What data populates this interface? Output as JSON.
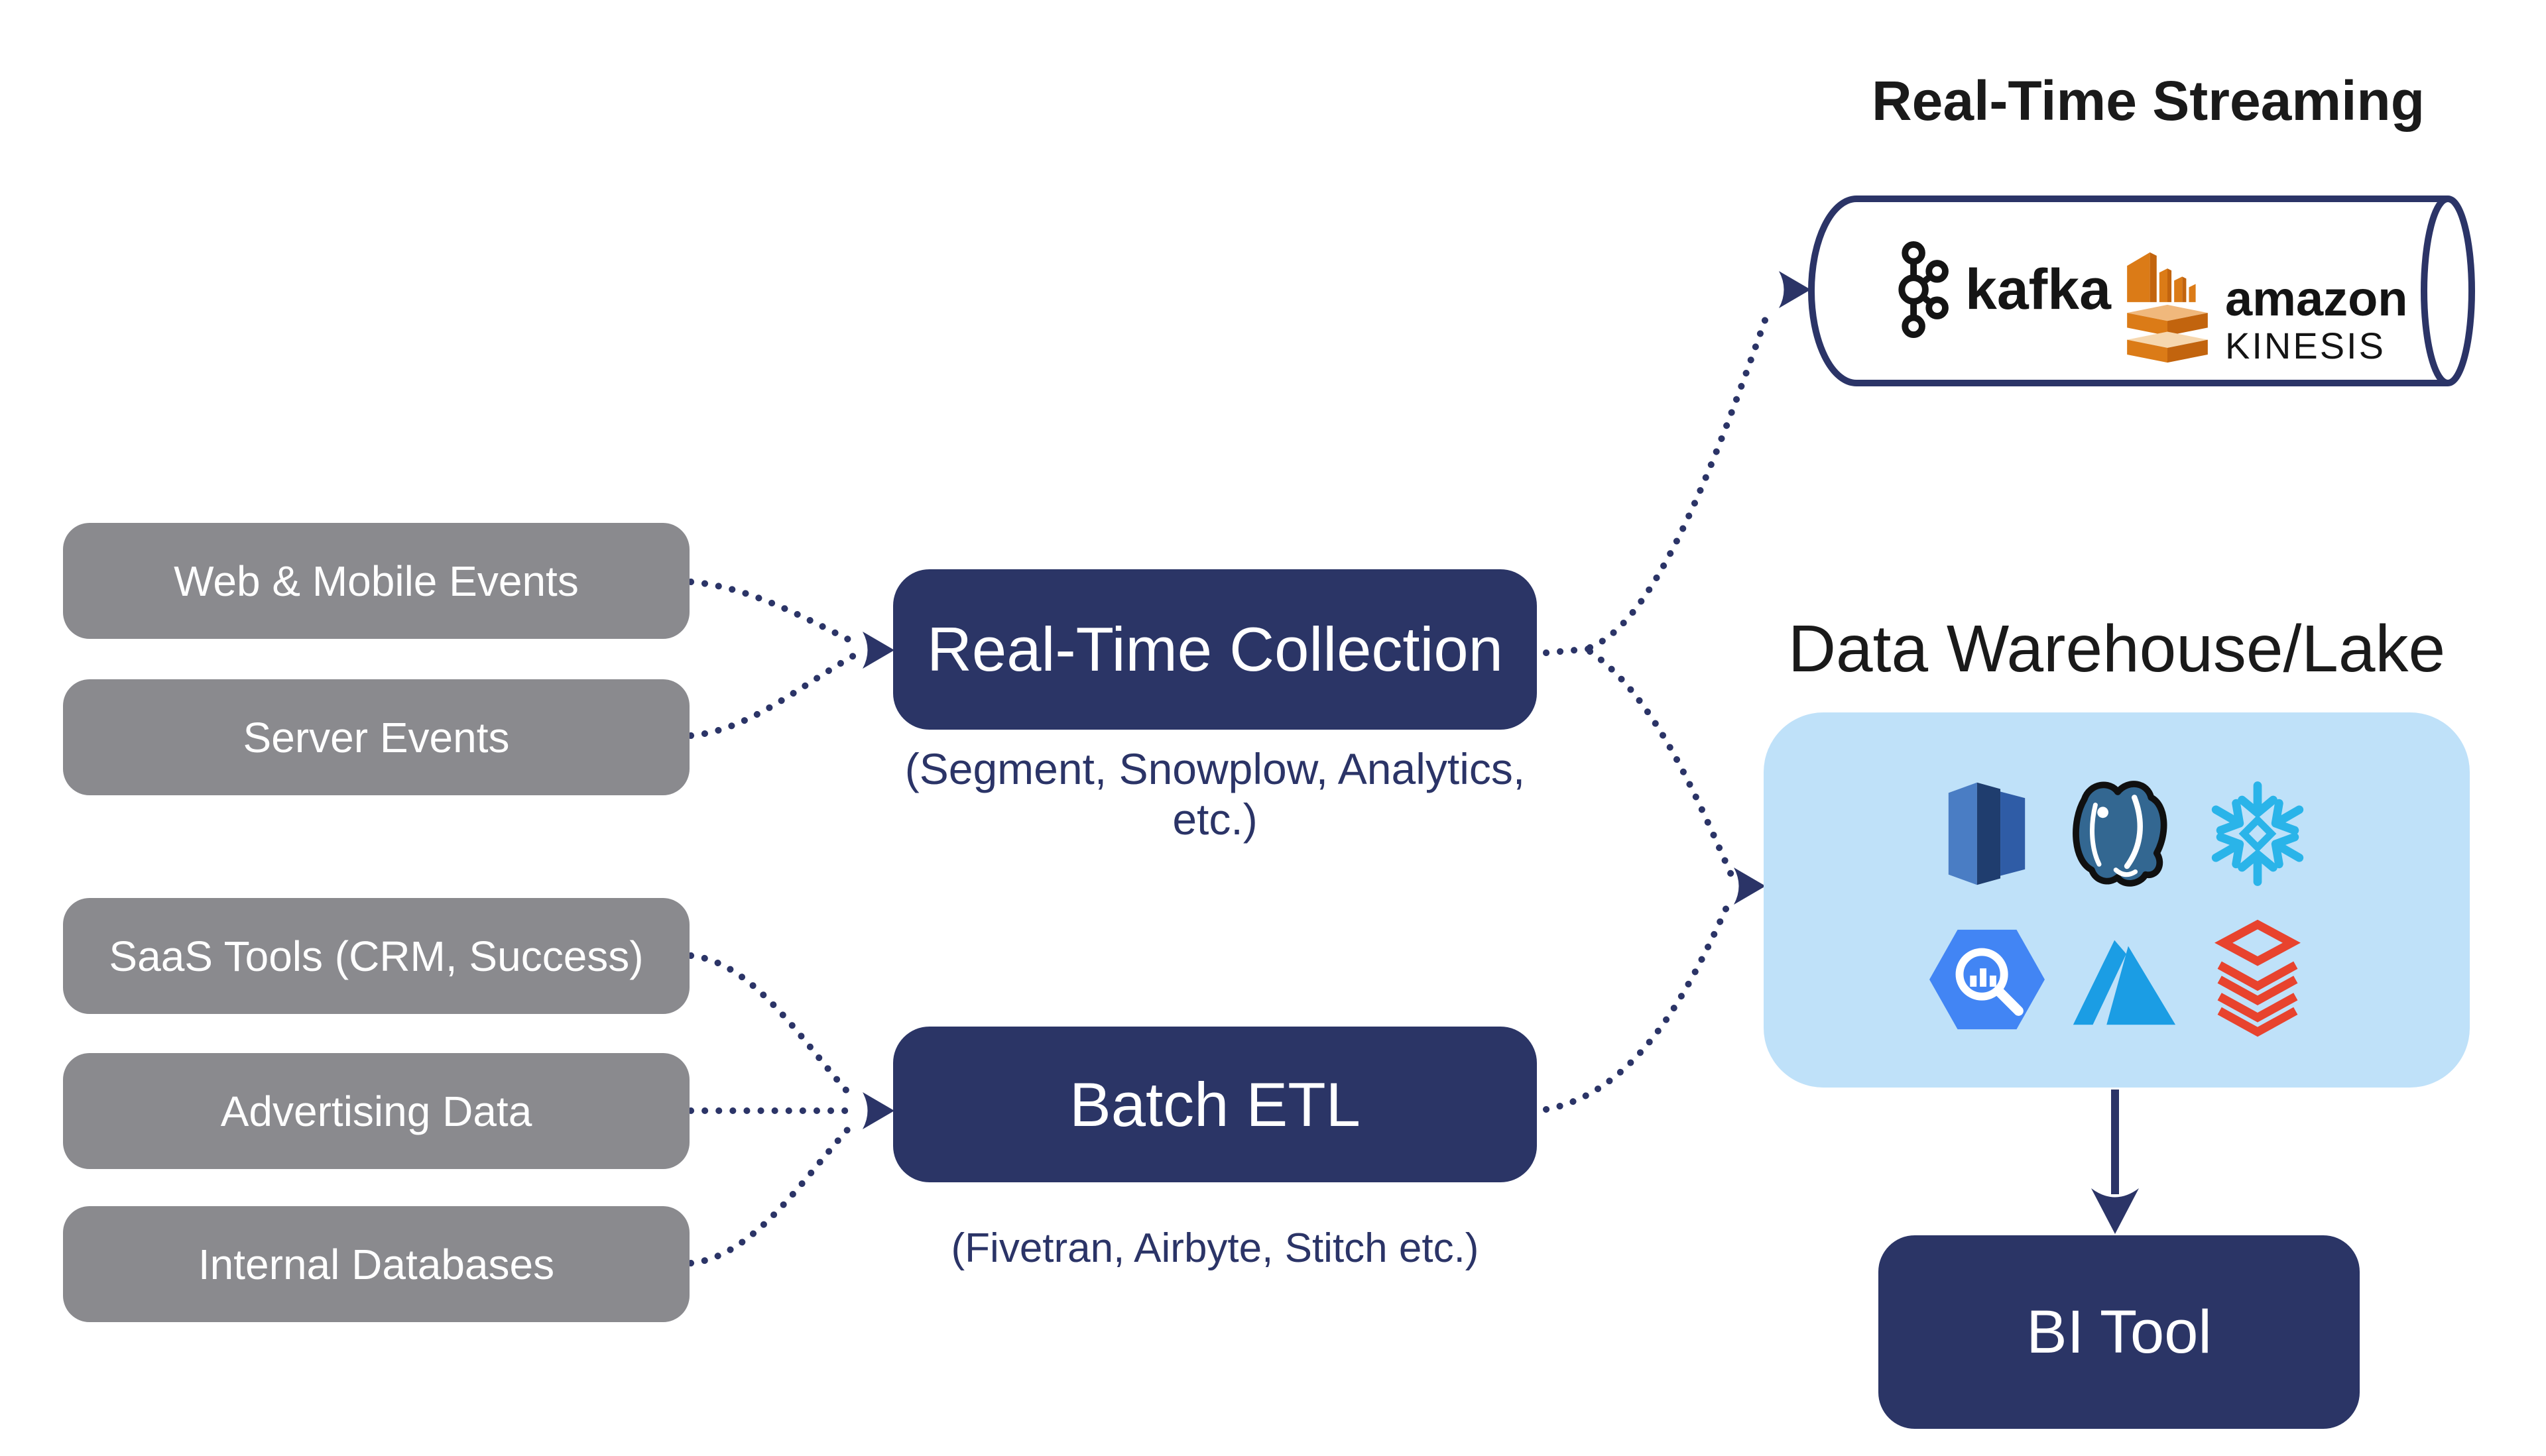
{
  "sources": [
    {
      "label": "Web & Mobile Events"
    },
    {
      "label": "Server Events"
    },
    {
      "label": "SaaS Tools (CRM, Success)"
    },
    {
      "label": "Advertising Data"
    },
    {
      "label": "Internal Databases"
    }
  ],
  "processors": {
    "realtime": {
      "title": "Real-Time Collection",
      "subtitle": "(Segment, Snowplow, Analytics, etc.)"
    },
    "batch": {
      "title": "Batch ETL",
      "subtitle": "(Fivetran, Airbyte, Stitch etc.)"
    }
  },
  "streaming": {
    "title": "Real-Time Streaming",
    "kafka": {
      "label": "kafka"
    },
    "kinesis": {
      "line1": "amazon",
      "line2": "KINESIS"
    }
  },
  "warehouse": {
    "title": "Data Warehouse/Lake",
    "logos": [
      "amazon-redshift",
      "postgresql",
      "snowflake",
      "google-bigquery",
      "microsoft-azure",
      "databricks"
    ]
  },
  "bi_tool": {
    "label": "BI Tool"
  },
  "colors": {
    "navy": "#2b3467",
    "box_navy": "#2b3566",
    "gray": "#8a8a8e",
    "light_blue": "#bfe1f9",
    "snowflake_blue": "#2ab4e9",
    "postgres_teal": "#336791",
    "bigquery_blue": "#4285f4",
    "azure_blue": "#1b9de4",
    "databricks_red": "#e8432e",
    "kinesis_orange": "#db7b17"
  }
}
